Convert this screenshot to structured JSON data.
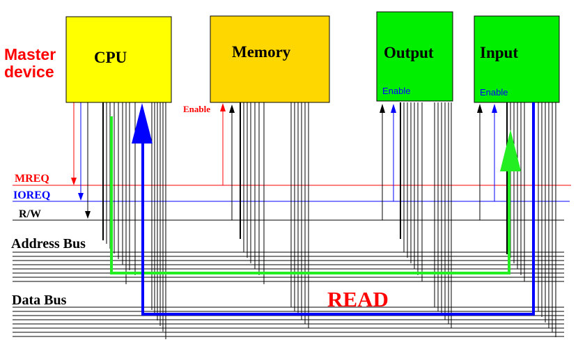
{
  "master_label": [
    "Master",
    "device"
  ],
  "devices": {
    "cpu": {
      "label": "CPU",
      "color": "#ffff00"
    },
    "memory": {
      "label": "Memory",
      "color": "#ffd700",
      "enable": "Enable"
    },
    "output": {
      "label": "Output",
      "color": "#00ee00",
      "enable": "Enable"
    },
    "input": {
      "label": "Input",
      "color": "#00ee00",
      "enable": "Enable"
    }
  },
  "signals": {
    "mreq": {
      "label": "MREQ",
      "color": "#ff0000"
    },
    "ioreq": {
      "label": "IOREQ",
      "color": "#0000ff"
    },
    "rw": {
      "label": "R/W",
      "color": "#000000"
    }
  },
  "buses": {
    "address": "Address Bus",
    "data": "Data Bus"
  },
  "operation": {
    "label": "READ",
    "color": "#ff0000"
  },
  "path_colors": {
    "address_path": "#22ee22",
    "data_path": "#0000ff"
  }
}
